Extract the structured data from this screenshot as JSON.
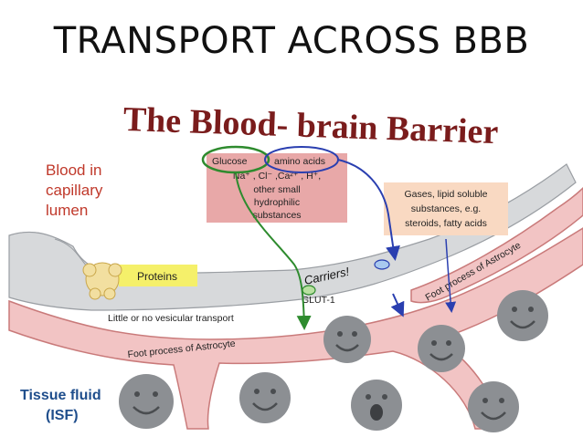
{
  "slide_title": "TRANSPORT ACROSS BBB",
  "diagram_title": "The Blood- brain Barrier",
  "labels": {
    "blood_line1": "Blood in",
    "blood_line2": "capillary",
    "blood_line3": "lumen",
    "tissue_line1": "Tissue fluid",
    "tissue_line2": "(ISF)",
    "proteins": "Proteins",
    "vesicular": "Little or no vesicular transport",
    "foot_process_bottom": "Foot process of Astrocyte",
    "foot_process_right": "Foot process of Astrocyte",
    "carriers": "Carriers!",
    "glut1": "GLUT-1"
  },
  "hydrophilic_box": {
    "line1_a": "Glucose",
    "line1_b": "amino acids",
    "line2": "Na⁺ , Cl⁻ ,Ca²⁺ , H⁺,",
    "line3": "other small",
    "line4": "hydrophilic",
    "line5": "substances"
  },
  "lipid_box": {
    "line1": "Gases, lipid soluble",
    "line2": "substances, e.g.",
    "line3": "steroids, fatty acids"
  },
  "colors": {
    "blood_text": "#c0392b",
    "tissue_text": "#1f4e8c",
    "hydrophilic_bg": "#e8a8a8",
    "lipid_bg": "#f9d9c2",
    "proteins_bg": "#f5f06a",
    "endothelium": "#d7d9db",
    "astrocyte": "#f2c4c4",
    "astrocyte_edge": "#c97a7a",
    "cell": "#8c8f93",
    "green_arrow": "#2e8b2e",
    "blue_arrow": "#2a3fb0"
  }
}
